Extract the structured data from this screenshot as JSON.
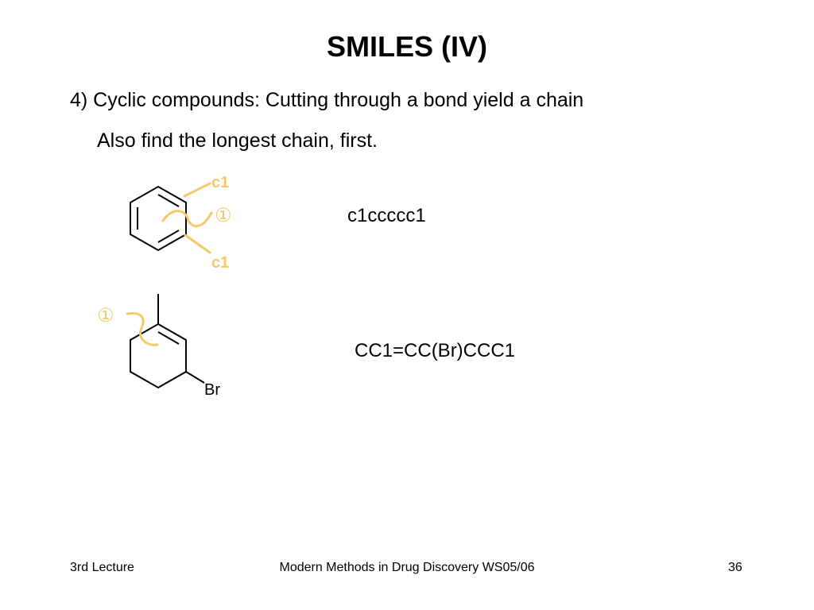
{
  "slide": {
    "title": "SMILES (IV)",
    "lines": [
      "4) Cyclic compounds: Cutting through a bond yield a chain",
      "Also find the longest chain, first."
    ]
  },
  "example1": {
    "label_top": "c1",
    "marker": "①",
    "label_bottom": "c1",
    "smiles": "c1ccccc1"
  },
  "example2": {
    "marker": "①",
    "atom_label": "Br",
    "smiles": "CC1=CC(Br)CCC1"
  },
  "footer": {
    "left": "3rd Lecture",
    "center": "Modern Methods in Drug Discovery WS05/06",
    "right": "36"
  },
  "colors": {
    "highlight": "#F6C86A",
    "text": "#000000",
    "background": "#FFFFFF"
  }
}
